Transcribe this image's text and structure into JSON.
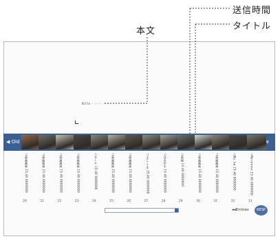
{
  "annotations": {
    "body_label": "本文",
    "send_time_label": "送信時間",
    "title_label": "タイトル"
  },
  "body_text_sample": "Bitle ······ ····",
  "strip": {
    "prev_label": "Old",
    "next_label": "New"
  },
  "thumb_colors": [
    "#9b6a48",
    "#6d6f66",
    "#c7c2ae",
    "#4a4640",
    "#8a8a78",
    "#b7b09e",
    "#5d5950",
    "#8f8c80",
    "#a6a39a",
    "#6c6f70",
    "#d8d6cf",
    "#8c8575",
    "#4d4b44",
    "#7a766b"
  ],
  "entries": [
    {
      "text": "△高高高高 15:40 0000000"
    },
    {
      "text": "△高高高高 15:40 0000000"
    },
    {
      "text": "△高高高高 15:40 0000000"
    },
    {
      "text": "△高高高高 15:40 0000000"
    },
    {
      "text": "△ラーメ 15:40 0000000"
    },
    {
      "text": "△高高高高 15:40 0000000"
    },
    {
      "text": "△高高高高 15:40 0000000"
    },
    {
      "text": "△よこ くる 15:40 0000000"
    },
    {
      "text": "△はるかす 15:40 0000000"
    },
    {
      "text": "△高高 15:40 0000000"
    },
    {
      "text": "△高高高高 15:40 0000000"
    },
    {
      "text": "△高高高高 15:40 0000000"
    },
    {
      "text": "△Bu..ka 15:40 0000000"
    },
    {
      "text": "△Re nnnnn 15:40 0000000"
    }
  ],
  "pages": [
    "20",
    "21",
    "22",
    "23",
    "24",
    "25",
    "26",
    "27",
    "28",
    "29",
    "30",
    "31",
    "32",
    "33"
  ],
  "entries_label": "Entries",
  "resp_label": "RESP"
}
